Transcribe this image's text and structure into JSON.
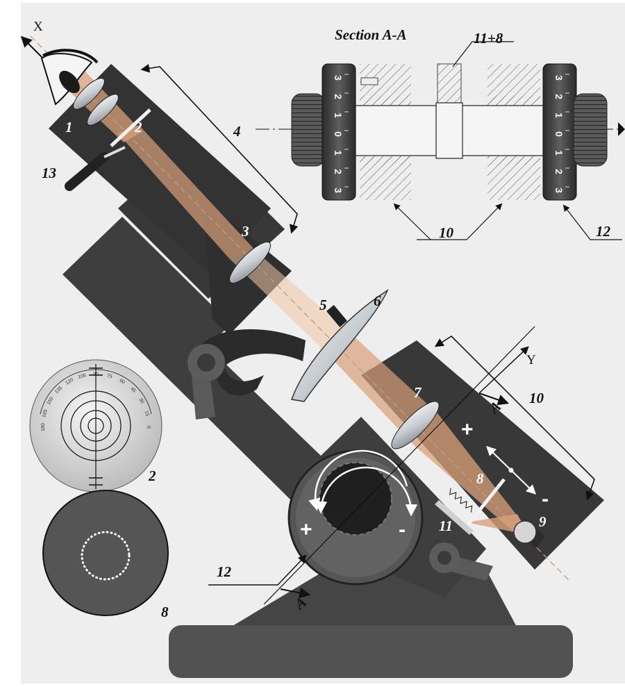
{
  "section_title": "Section A-A",
  "axes": {
    "x": "X",
    "y": "Y"
  },
  "labels": {
    "eyepiece_lens": "1",
    "reticle": "2",
    "objective": "3",
    "eyepiece_tube": "4",
    "lens_stop": "5",
    "test_lens": "6",
    "collimator_lens": "7",
    "target": "8",
    "lamp": "9",
    "collimator_tube": "10",
    "rack": "11",
    "drum": "12",
    "lever": "13",
    "section_rack_target": "11+8",
    "section_collimator": "10",
    "section_drum": "12"
  },
  "section_marks": {
    "upper": "A",
    "lower": "A"
  },
  "signs": {
    "plus": "+",
    "minus": "-"
  },
  "drum_scale": [
    "3",
    "2",
    "1",
    "0",
    "1",
    "2",
    "3"
  ],
  "reticle_scale": [
    "180",
    "165",
    "150",
    "135",
    "120",
    "105",
    "90",
    "75",
    "60",
    "45",
    "30",
    "15",
    "0"
  ],
  "inset_labels": {
    "reticle": "2",
    "target": "8"
  },
  "colors": {
    "body": "#404040",
    "base": "#525252",
    "beam": "#d9a07a",
    "glass": "#cfd4d8"
  }
}
